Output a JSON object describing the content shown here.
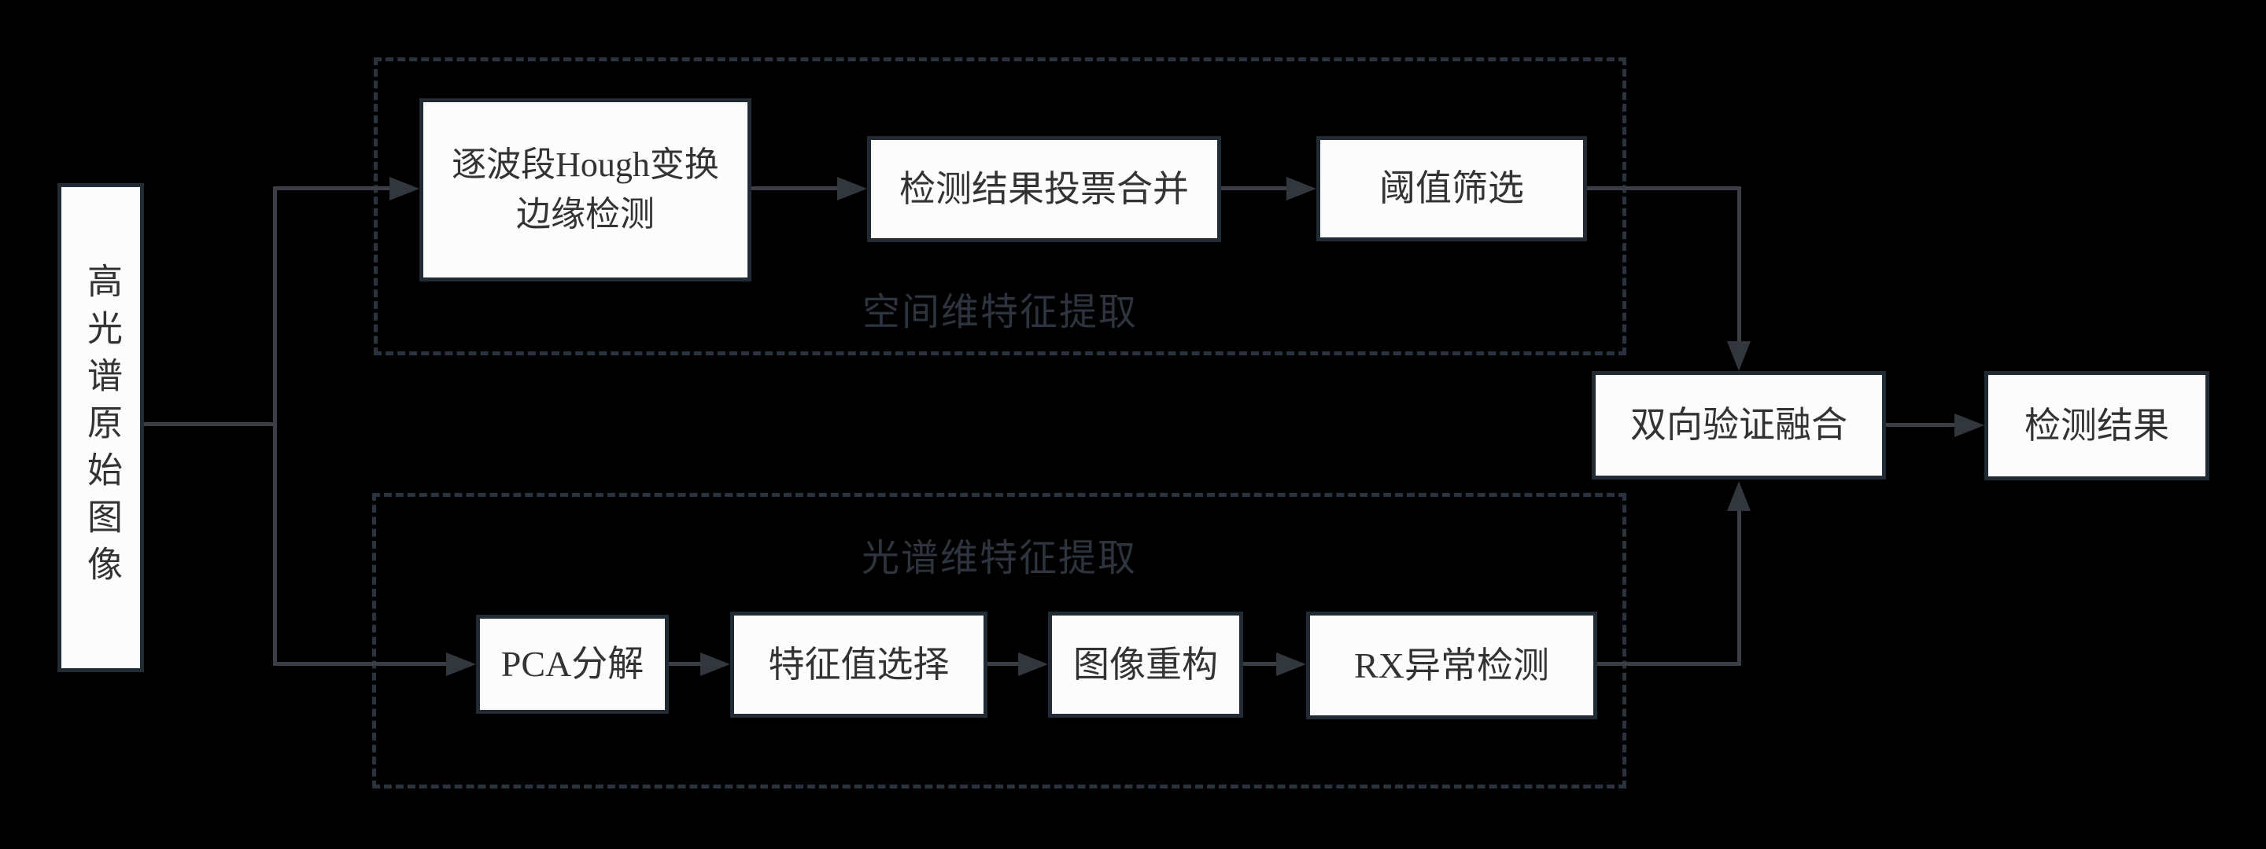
{
  "colors": {
    "background": "#000000",
    "node_fill": "#fcfcfc",
    "node_border": "#222a34",
    "node_text": "#333333",
    "group_border": "#2b333e",
    "group_title_text": "#2d343e",
    "connector": "#3b3f45",
    "arrowhead": "#32373d"
  },
  "diagram": {
    "input_node": {
      "label": "高光谱原始图像"
    },
    "spatial_group": {
      "title": "空间维特征提取",
      "nodes": {
        "hough": {
          "line1": "逐波段Hough变换",
          "line2": "边缘检测"
        },
        "voting": {
          "label": "检测结果投票合并"
        },
        "threshold": {
          "label": "阈值筛选"
        }
      }
    },
    "spectral_group": {
      "title": "光谱维特征提取",
      "nodes": {
        "pca": {
          "label": "PCA分解"
        },
        "eigen": {
          "label": "特征值选择"
        },
        "reconstruct": {
          "label": "图像重构"
        },
        "rx": {
          "label": "RX异常检测"
        }
      }
    },
    "fusion_node": {
      "label": "双向验证融合"
    },
    "result_node": {
      "label": "检测结果"
    }
  }
}
